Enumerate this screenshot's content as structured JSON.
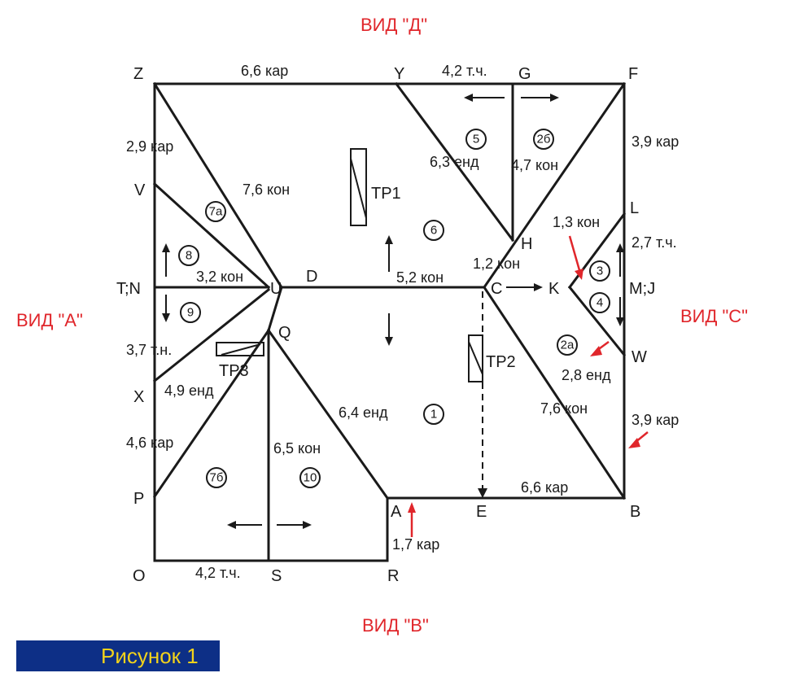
{
  "views": {
    "top": "ВИД \"Д\"",
    "left": "ВИД \"А\"",
    "right": "ВИД \"С\"",
    "bottom": "ВИД \"В\""
  },
  "caption": "Рисунок 1",
  "points": {
    "Z": "Z",
    "Y": "Y",
    "G": "G",
    "F": "F",
    "V": "V",
    "L": "L",
    "H": "H",
    "TN": "T;N",
    "U": "U",
    "D": "D",
    "C": "C",
    "K": "K",
    "MJ": "M;J",
    "Q": "Q",
    "W": "W",
    "X": "X",
    "P": "P",
    "A": "A",
    "E": "E",
    "B": "B",
    "O": "O",
    "S": "S",
    "R": "R"
  },
  "dims": {
    "zy": "6,6 кар",
    "yg": "4,2 т.ч.",
    "zv": "2,9 кар",
    "zu": "7,6 кон",
    "yh": "6,3 енд",
    "gh": "4,7 кон",
    "fl": "3,9 кар",
    "lm": "2,7 т.ч.",
    "kl": "1,3 кон",
    "hc": "1,2 кон",
    "dc": "5,2 кон",
    "vu": "3,2 кон",
    "tx": "3,7 т.н.",
    "xu": "4,9 енд",
    "kw": "2,8 енд",
    "cb": "7,6 кон",
    "wb": "3,9 кар",
    "qa": "6,4 енд",
    "xp": "4,6 кар",
    "qs": "6,5 кон",
    "eb": "6,6 кар",
    "ar": "1,7 кар",
    "os": "4,2 т.ч."
  },
  "regions": {
    "r1": "1",
    "r2a": "2а",
    "r26": "2б",
    "r3": "3",
    "r4": "4",
    "r5": "5",
    "r6": "6",
    "r7a": "7а",
    "r76": "7б",
    "r8": "8",
    "r9": "9",
    "r10": "10"
  },
  "tp": {
    "tp1": "ТР1",
    "tp2": "ТР2",
    "tp3": "ТР3"
  }
}
